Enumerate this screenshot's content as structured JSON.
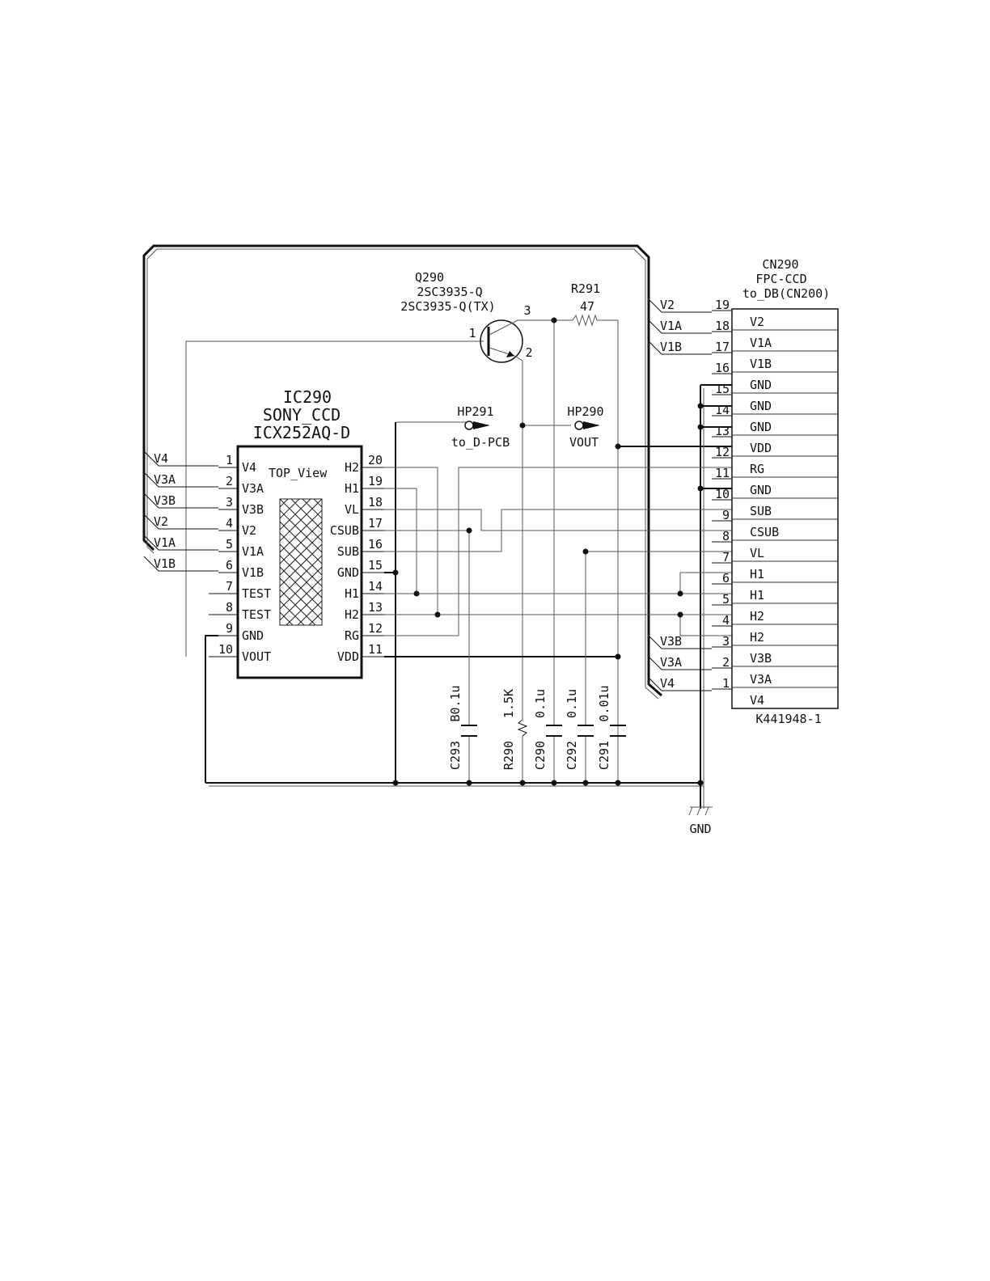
{
  "ic": {
    "ref": "IC290",
    "maker": "SONY_CCD",
    "part": "ICX252AQ-D",
    "view": "TOP_View",
    "left_pins": [
      {
        "num": "1",
        "name": "V4",
        "net": "V4"
      },
      {
        "num": "2",
        "name": "V3A",
        "net": "V3A"
      },
      {
        "num": "3",
        "name": "V3B",
        "net": "V3B"
      },
      {
        "num": "4",
        "name": "V2",
        "net": "V2"
      },
      {
        "num": "5",
        "name": "V1A",
        "net": "V1A"
      },
      {
        "num": "6",
        "name": "V1B",
        "net": "V1B"
      },
      {
        "num": "7",
        "name": "TEST",
        "net": ""
      },
      {
        "num": "8",
        "name": "TEST",
        "net": ""
      },
      {
        "num": "9",
        "name": "GND",
        "net": ""
      },
      {
        "num": "10",
        "name": "VOUT",
        "net": ""
      }
    ],
    "right_pins": [
      {
        "num": "20",
        "name": "H2"
      },
      {
        "num": "19",
        "name": "H1"
      },
      {
        "num": "18",
        "name": "VL"
      },
      {
        "num": "17",
        "name": "CSUB"
      },
      {
        "num": "16",
        "name": "SUB"
      },
      {
        "num": "15",
        "name": "GND"
      },
      {
        "num": "14",
        "name": "H1"
      },
      {
        "num": "13",
        "name": "H2"
      },
      {
        "num": "12",
        "name": "RG"
      },
      {
        "num": "11",
        "name": "VDD"
      }
    ]
  },
  "transistor": {
    "ref": "Q290",
    "part": "2SC3935-Q",
    "part_alt": "2SC3935-Q(TX)",
    "pin_base": "1",
    "pin_emitter": "2",
    "pin_collector": "3"
  },
  "resistor_r291": {
    "ref": "R291",
    "value": "47"
  },
  "test_points": [
    {
      "ref": "HP291",
      "label": "to_D-PCB"
    },
    {
      "ref": "HP290",
      "label": "VOUT"
    }
  ],
  "bottom_parts": [
    {
      "ref": "C293",
      "value": "B0.1u",
      "kind": "cap"
    },
    {
      "ref": "R290",
      "value": "1.5K",
      "kind": "res"
    },
    {
      "ref": "C290",
      "value": "0.1u",
      "kind": "cap"
    },
    {
      "ref": "C292",
      "value": "0.1u",
      "kind": "cap"
    },
    {
      "ref": "C291",
      "value": "0.01u",
      "kind": "cap"
    }
  ],
  "connector": {
    "ref": "CN290",
    "type": "FPC-CCD",
    "dest": "to_DB(CN200)",
    "part_number": "K441948-1",
    "pins": [
      {
        "num": "19",
        "name": "V2",
        "net": "V2"
      },
      {
        "num": "18",
        "name": "V1A",
        "net": "V1A"
      },
      {
        "num": "17",
        "name": "V1B",
        "net": "V1B"
      },
      {
        "num": "16",
        "name": "GND",
        "net": ""
      },
      {
        "num": "15",
        "name": "GND",
        "net": ""
      },
      {
        "num": "14",
        "name": "GND",
        "net": ""
      },
      {
        "num": "13",
        "name": "VDD",
        "net": ""
      },
      {
        "num": "12",
        "name": "RG",
        "net": ""
      },
      {
        "num": "11",
        "name": "GND",
        "net": ""
      },
      {
        "num": "10",
        "name": "SUB",
        "net": ""
      },
      {
        "num": "9",
        "name": "CSUB",
        "net": ""
      },
      {
        "num": "8",
        "name": "VL",
        "net": ""
      },
      {
        "num": "7",
        "name": "H1",
        "net": ""
      },
      {
        "num": "6",
        "name": "H1",
        "net": ""
      },
      {
        "num": "5",
        "name": "H2",
        "net": ""
      },
      {
        "num": "4",
        "name": "H2",
        "net": ""
      },
      {
        "num": "3",
        "name": "V3B",
        "net": "V3B"
      },
      {
        "num": "2",
        "name": "V3A",
        "net": "V3A"
      },
      {
        "num": "1",
        "name": "V4",
        "net": "V4"
      }
    ]
  },
  "ground": {
    "label": "GND"
  }
}
